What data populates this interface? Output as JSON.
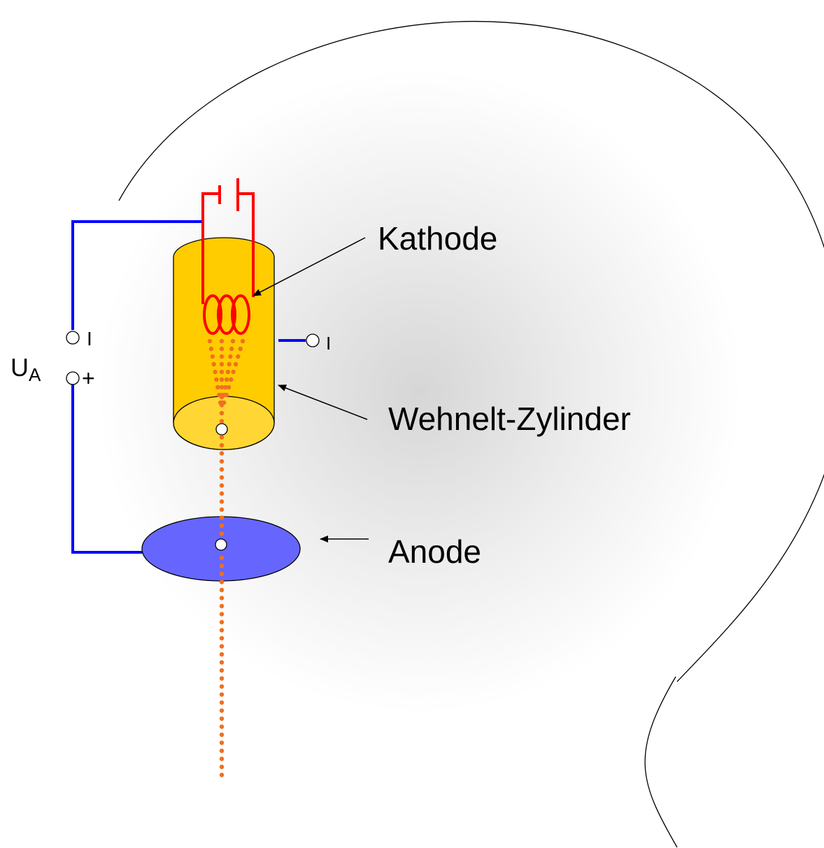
{
  "labels": {
    "kathode": "Kathode",
    "wehnelt": "Wehnelt-Zylinder",
    "anode": "Anode",
    "voltage_main": "U",
    "voltage_sub": "A",
    "terminal_minus_left": "I",
    "terminal_plus_left": "+",
    "terminal_minus_right": "I"
  },
  "colors": {
    "wire": "#0000ff",
    "filament": "#ff0000",
    "cylinder": "#ffcc00",
    "cylinder_top": "#ffd633",
    "anode": "#6666ff",
    "beam": "#f07020",
    "glow": "#d8d8d8",
    "outline": "#000000"
  }
}
